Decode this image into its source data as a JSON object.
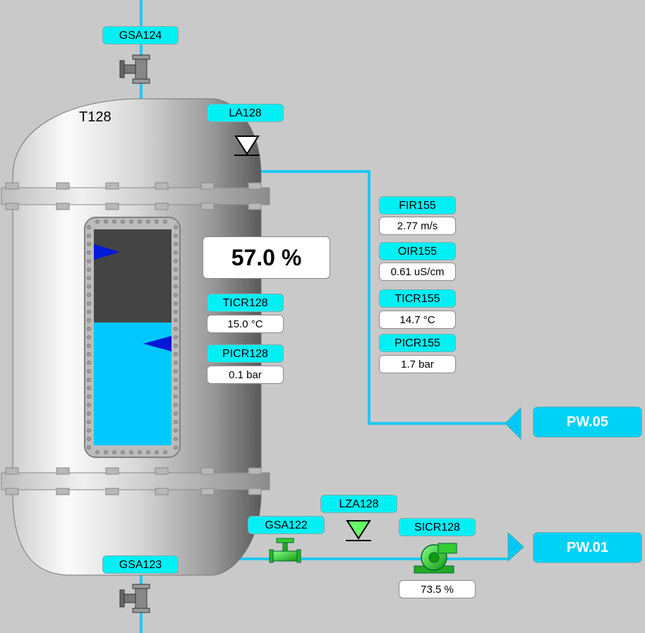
{
  "tank": {
    "name": "T128",
    "level_label": "57.0 %",
    "level_fraction": 0.57
  },
  "colors": {
    "pipe": "#1ec8f4",
    "tag": "#00f0f4",
    "liquid": "#00c8ff",
    "pump": "#22cc22",
    "marker": "#0018d8"
  },
  "tags": {
    "gsa124": "GSA124",
    "la128": "LA128",
    "fir155": "FIR155",
    "oir155": "OIR155",
    "ticr155": "TICR155",
    "picr155": "PICR155",
    "ticr128": "TICR128",
    "picr128": "PICR128",
    "lza128": "LZA128",
    "gsa122": "GSA122",
    "sicr128": "SICR128",
    "gsa123": "GSA123"
  },
  "values": {
    "fir155": "2.77 m/s",
    "oir155": "0.61 uS/cm",
    "ticr155": "14.7 °C",
    "picr155": "1.7 bar",
    "ticr128": "15.0 °C",
    "picr128": "0.1 bar",
    "sicr128": "73.5 %"
  },
  "destinations": {
    "inlet": "PW.05",
    "outlet": "PW.01"
  },
  "icons": {
    "valve_top": "manual-valve-icon",
    "valve_bottom": "manual-valve-icon",
    "valve_outlet": "motor-valve-icon",
    "pump": "centrifugal-pump-icon",
    "level_alarm": "level-triangle-icon"
  }
}
